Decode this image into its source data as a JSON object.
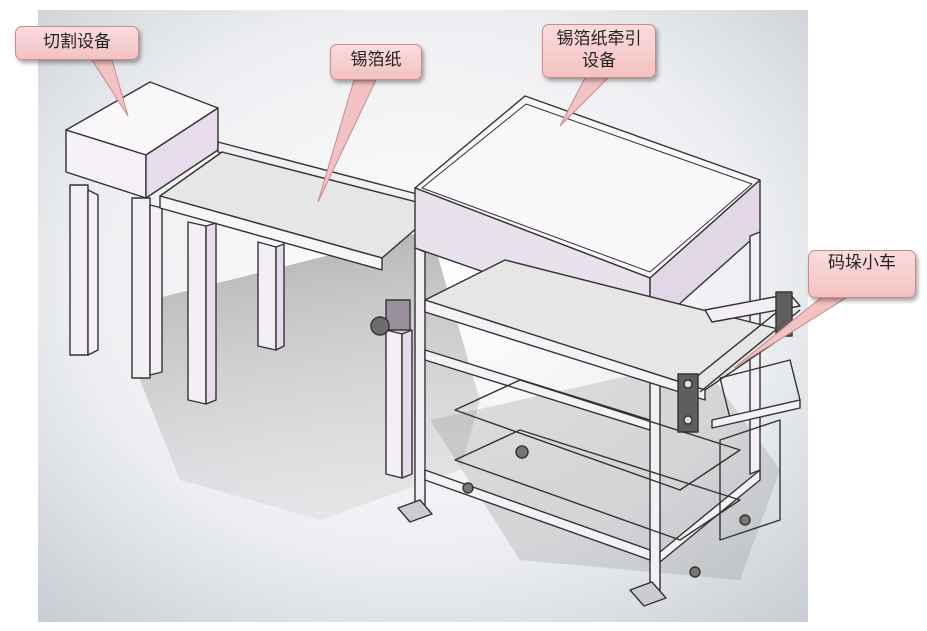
{
  "labels": {
    "cutting_equipment": "切割设备",
    "tin_foil": "锡箔纸",
    "traction_equipment": "锡箔纸牵引设备",
    "stacking_cart": "码垛小车"
  },
  "colors": {
    "background_gradient": "#cfd3d8",
    "frame_fill": "#f4eff5",
    "frame_stroke": "#333333",
    "panel_fill": "#e9e1ec",
    "belt_fill": "#e6e6e6",
    "callout_fill": "#f3c2c2",
    "callout_border": "#c98a8a"
  }
}
